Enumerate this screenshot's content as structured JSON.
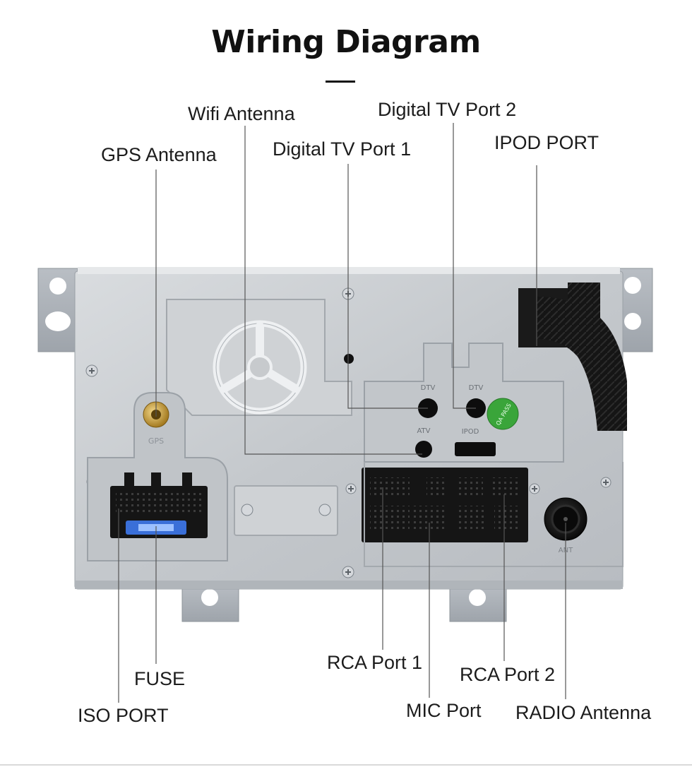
{
  "title": "Wiring Diagram",
  "unit": {
    "connectors": {
      "gps_marking": "GPS",
      "dtv1_marking": "DTV",
      "dtv2_marking": "DTV",
      "atv_marking": "ATV",
      "ipod_marking": "IPOD",
      "qa_sticker": "QA PASS",
      "ant_marking": "ANT"
    }
  },
  "labels": {
    "wifi_antenna": "Wifi Antenna",
    "digital_tv_port_2": "Digital TV Port 2",
    "gps_antenna": "GPS Antenna",
    "digital_tv_port_1": "Digital TV Port 1",
    "ipod_port": "IPOD PORT",
    "fuse": "FUSE",
    "iso_port": "ISO PORT",
    "rca_port_1": "RCA Port 1",
    "rca_port_2": "RCA Port 2",
    "mic_port": "MIC Port",
    "radio_antenna": "RADIO Antenna"
  },
  "colors": {
    "chassis": "#c9cccf",
    "leader_line": "#555555",
    "connector_black": "#141414",
    "gps_gold": "#c8a24a",
    "fuse_blue": "#3a6fd8",
    "qa_green": "#3aa53a"
  }
}
